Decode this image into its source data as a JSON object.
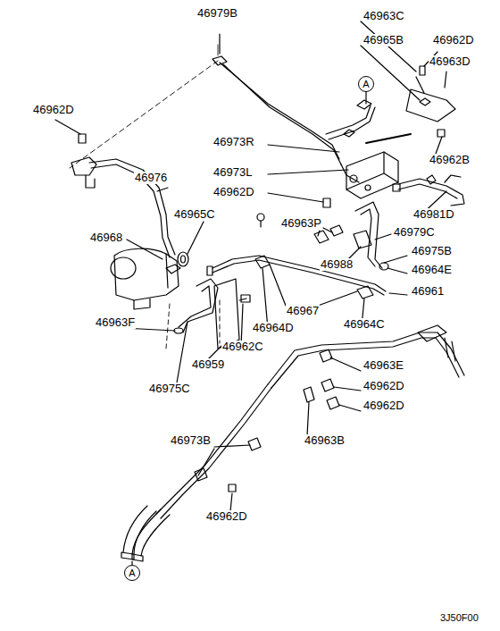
{
  "diagram": {
    "nodes": [
      {
        "text": [
          "A"
        ]
      },
      {
        "text": [
          "A"
        ]
      }
    ],
    "labels": [
      "46979B",
      "46963C",
      "46965B",
      "46962D",
      "46963D",
      "46962D",
      "46973R",
      "46962B",
      "46973L",
      "46976",
      "46962D",
      "46981D",
      "46965C",
      "46968",
      "46963P",
      "46979C",
      "46975B",
      "46988",
      "46964E",
      "46961",
      "46967",
      "46964D",
      "46964C",
      "46963F",
      "46962C",
      "46959",
      "46963E",
      "46975C",
      "46962D",
      "46962D",
      "46963B",
      "46973B",
      "46962D",
      "3J50F00"
    ]
  }
}
